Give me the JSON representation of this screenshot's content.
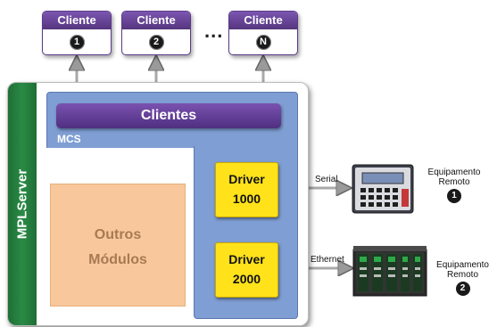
{
  "clients": [
    {
      "label": "Cliente",
      "badge": "1"
    },
    {
      "label": "Cliente",
      "badge": "2"
    },
    {
      "label": "Cliente",
      "badge": "N"
    }
  ],
  "ellipsis": "...",
  "server": {
    "label": "MPLServer"
  },
  "mcs": {
    "label": "MCS",
    "clientes_label": "Clientes"
  },
  "outros": {
    "line1": "Outros",
    "line2": "Módulos"
  },
  "drivers": [
    {
      "line1": "Driver",
      "line2": "1000"
    },
    {
      "line1": "Driver",
      "line2": "2000"
    }
  ],
  "connections": [
    {
      "label": "Serial"
    },
    {
      "label": "Ethernet"
    }
  ],
  "equipment": [
    {
      "line1": "Equipamento",
      "line2": "Remoto",
      "badge": "1"
    },
    {
      "line1": "Equipamento",
      "line2": "Remoto",
      "badge": "2"
    }
  ],
  "colors": {
    "purple": "#5f3d92",
    "mcs_blue": "#7f9ed3",
    "driver_yellow": "#ffe21a",
    "server_green": "#2a8a45",
    "module_orange": "#f8c89c"
  }
}
